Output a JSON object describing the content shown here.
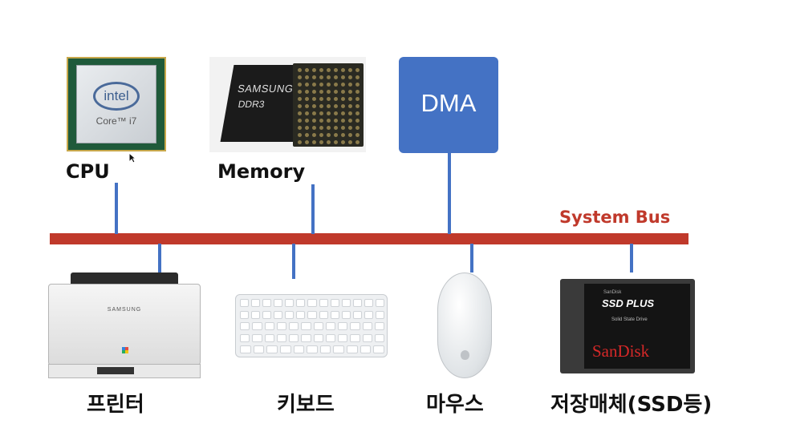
{
  "bus": {
    "label": "System Bus",
    "color": "#c0392b"
  },
  "connector_color": "#4472c4",
  "cpu": {
    "label": "CPU",
    "brand": "intel",
    "model": "Core™ i7"
  },
  "memory": {
    "label": "Memory",
    "brand": "SAMSUNG",
    "model": "DDR3"
  },
  "dma": {
    "label": "DMA",
    "color": "#4472c4"
  },
  "printer": {
    "label": "프린터",
    "brand": "SAMSUNG"
  },
  "keyboard": {
    "label": "키보드"
  },
  "mouse": {
    "label": "마우스"
  },
  "ssd": {
    "label": "저장매체(SSD등)",
    "small_brand": "SanDisk",
    "product": "SSD PLUS",
    "subtitle": "Solid State Drive",
    "brand": "SanDisk"
  }
}
